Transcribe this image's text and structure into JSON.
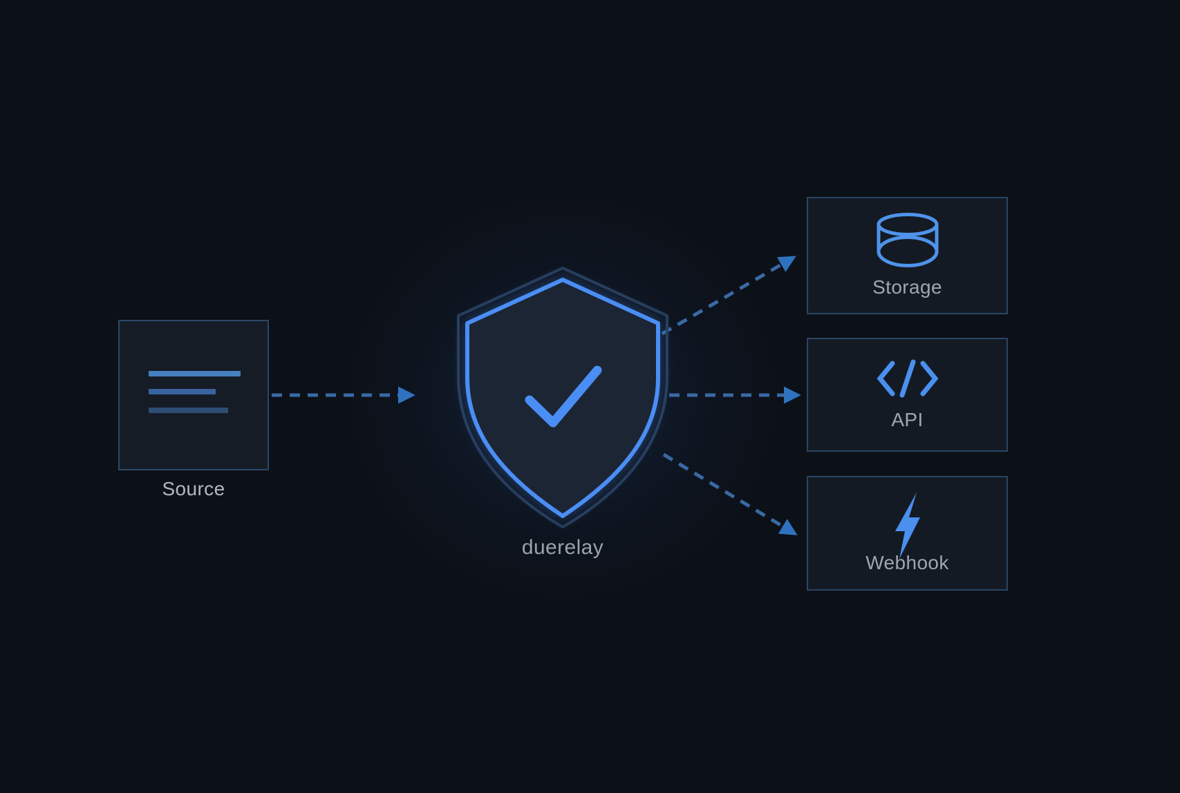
{
  "diagram": {
    "kind": "data-flow-diagram",
    "colors": {
      "background": "#0c1017",
      "accent_blue": "#4a8ef5",
      "icon_blue": "#4a90ee",
      "arrow_dash": "#3a69a4",
      "arrow_head": "#2f72c0",
      "box_border": "#2b4564",
      "box_fill": "#141a24",
      "label_gray": "#a9aeb8",
      "source_line_colors": [
        "#4680c0",
        "#38639f",
        "#2e4d73"
      ]
    },
    "nodes": {
      "source": {
        "label": "Source",
        "icon": "document-lines-icon"
      },
      "relay": {
        "label": "duerelay",
        "icon": "shield-check-icon"
      },
      "targets": [
        {
          "id": "storage",
          "label": "Storage",
          "icon": "database-icon"
        },
        {
          "id": "api",
          "label": "API",
          "icon": "code-icon"
        },
        {
          "id": "webhook",
          "label": "Webhook",
          "icon": "lightning-bolt-icon"
        }
      ]
    },
    "connections": [
      {
        "from": "source",
        "to": "duerelay",
        "style": "dashed-arrow"
      },
      {
        "from": "duerelay",
        "to": "storage",
        "style": "dashed-arrow"
      },
      {
        "from": "duerelay",
        "to": "api",
        "style": "dashed-arrow"
      },
      {
        "from": "duerelay",
        "to": "webhook",
        "style": "dashed-arrow"
      }
    ]
  }
}
